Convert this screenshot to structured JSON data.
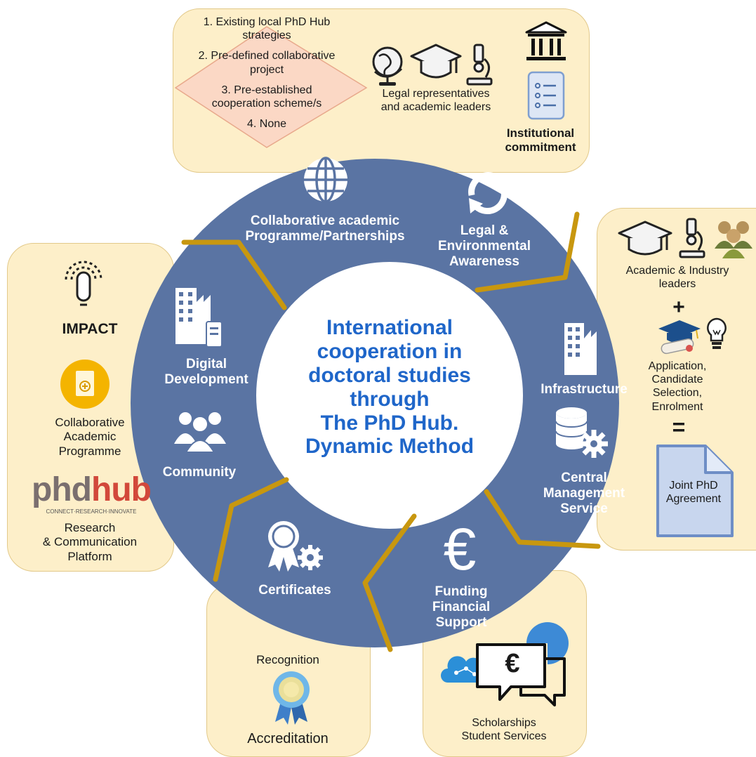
{
  "center_title": [
    "International",
    "cooperation in",
    "doctoral studies",
    "through",
    "The PhD Hub.",
    "Dynamic Method"
  ],
  "top_panel": {
    "diamond_items": [
      "1. Existing local PhD Hub",
      "strategies",
      "2. Pre-defined collaborative",
      "project",
      "3. Pre-established",
      "cooperation scheme/s",
      "4. None"
    ],
    "reps_label": [
      "Legal representatives",
      "and academic leaders"
    ],
    "commitment_label": [
      "Institutional",
      "commitment"
    ]
  },
  "left_panel": {
    "impact": "IMPACT",
    "programme": [
      "Collaborative",
      "Academic",
      "Programme"
    ],
    "logo_main": "phdhub",
    "logo_tag": "CONNECT·RESEARCH·INNOVATE",
    "platform": [
      "Research",
      "& Communication",
      "Platform"
    ]
  },
  "right_panel": {
    "leaders": [
      "Academic & Industry",
      "leaders"
    ],
    "plus": "+",
    "application": [
      "Application,",
      "Candidate",
      "Selection,",
      "Enrolment"
    ],
    "equals": "=",
    "agreement": [
      "Joint PhD",
      "Agreement"
    ]
  },
  "bottom_left_panel": {
    "recognition": "Recognition",
    "accreditation": "Accreditation"
  },
  "bottom_right_panel": {
    "services": [
      "Scholarships",
      "Student Services"
    ],
    "euro": "€"
  },
  "wheel": {
    "collab": [
      "Collaborative academic",
      "Programme/Partnerships"
    ],
    "legal": [
      "Legal &",
      "Environmental",
      "Awareness"
    ],
    "infrastructure": "Infrastructure",
    "central": [
      "Central",
      "Management",
      "Service"
    ],
    "funding": [
      "Funding",
      "Financial",
      "Support"
    ],
    "euro": "€",
    "certificates": "Certificates",
    "community": "Community",
    "digital": [
      "Digital",
      "Development"
    ]
  },
  "colors": {
    "wheel": "#5a74a3",
    "gold": "#c8970f",
    "panel": "#fdefc9",
    "title": "#1f66c9",
    "diamond": "#fbd8c5"
  }
}
